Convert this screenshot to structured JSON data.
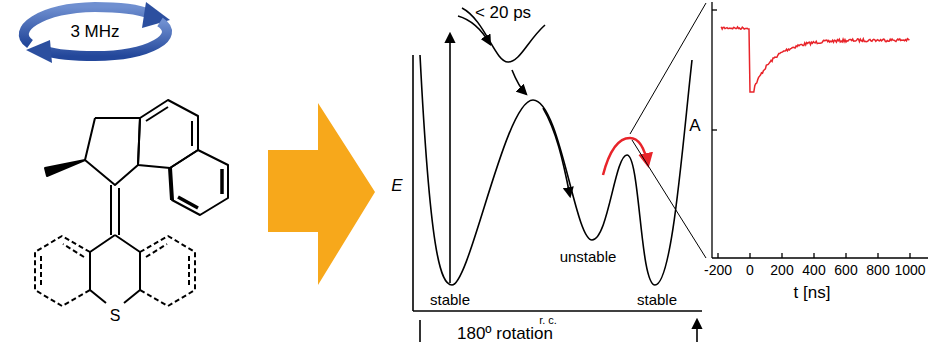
{
  "diagram": {
    "labels": [
      "3 MHz",
      "S",
      "< 20 ps",
      "E",
      "stable",
      "unstable",
      "stable",
      "r. c.",
      "180º rotation",
      "A",
      "-200",
      "0",
      "200",
      "400",
      "600",
      "800",
      "1000",
      "t [ns]"
    ]
  }
}
